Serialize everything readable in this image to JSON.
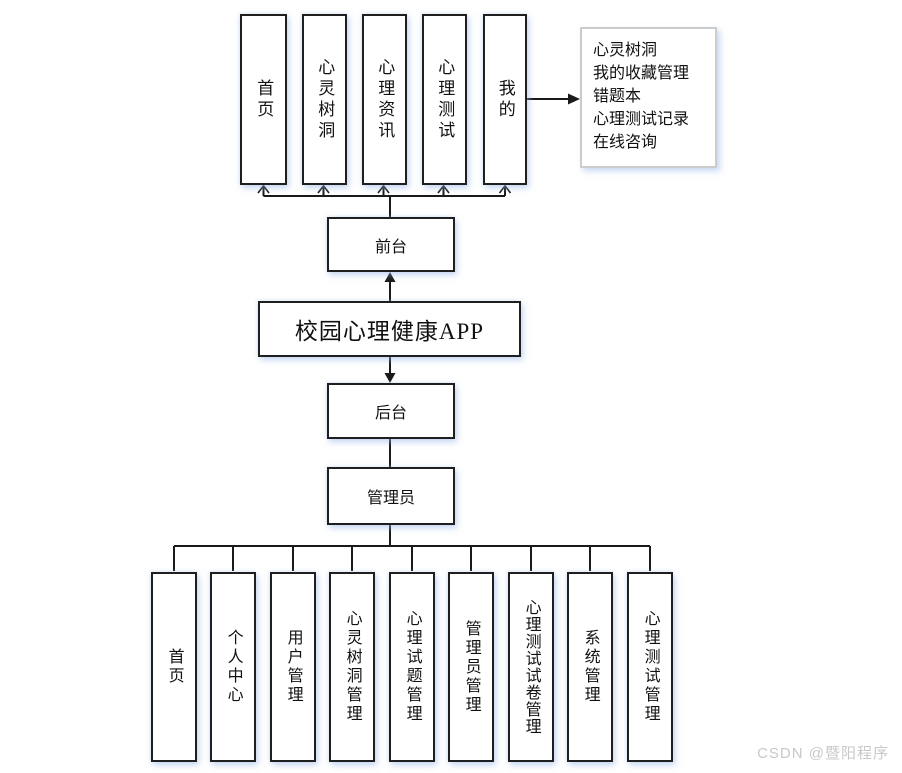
{
  "app": {
    "title": "校园心理健康APP"
  },
  "front": {
    "label": "前台",
    "modules": [
      "首页",
      "心灵树洞",
      "心理资讯",
      "心理测试",
      "我的"
    ]
  },
  "my_submenu": {
    "items": [
      "心灵树洞",
      "我的收藏管理",
      "错题本",
      "心理测试记录",
      "在线咨询"
    ]
  },
  "back": {
    "label": "后台",
    "admin_label": "管理员",
    "modules": [
      "首页",
      "个人中心",
      "用户管理",
      "心灵树洞管理",
      "心理试题管理",
      "管理员管理",
      "心理测试试卷管理",
      "系统管理",
      "心理测试管理"
    ]
  },
  "watermark": "CSDN @暨阳程序",
  "colors": {
    "line": "#1a1a1a",
    "box_border": "#1f1f1f",
    "submenu_border": "#cccccc",
    "shadow": "#9ebde6",
    "watermark_text": "#c8c8c8"
  }
}
